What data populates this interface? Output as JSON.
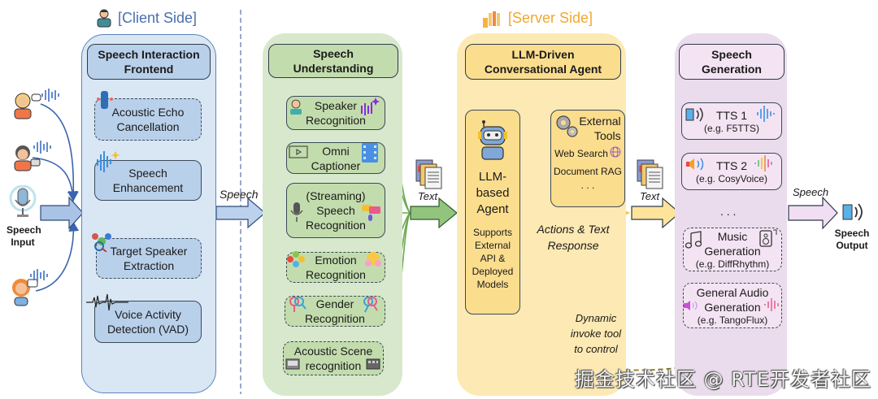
{
  "sections": {
    "client_side": "[Client Side]",
    "server_side": "[Server Side]"
  },
  "colors": {
    "client": "#5b86bd",
    "understanding": "#6aa84f",
    "llm": "#f4c84a",
    "generation": "#c8a8d0",
    "dynamic_arrow": "#8a7a10"
  },
  "inputs": {
    "speech_input": [
      "Speech",
      "Input"
    ]
  },
  "outputs": {
    "speech_output": [
      "Speech",
      "Output"
    ]
  },
  "client": {
    "header": [
      "Speech Interaction",
      "Frontend"
    ],
    "modules": [
      {
        "lines": [
          "Acoustic Echo",
          "Cancellation"
        ],
        "style": "dashed"
      },
      {
        "lines": [
          "Speech",
          "Enhancement"
        ],
        "style": "solid"
      },
      {
        "lines": [
          "Target Speaker",
          "Extraction"
        ],
        "style": "dashed"
      },
      {
        "lines": [
          "Voice Activity",
          "Detection  (VAD)"
        ],
        "style": "solid"
      }
    ]
  },
  "understanding": {
    "header": [
      "Speech",
      "Understanding"
    ],
    "modules": [
      {
        "lines": [
          "Speaker",
          "Recognition"
        ],
        "style": "solid"
      },
      {
        "lines": [
          "Omni",
          "Captioner"
        ],
        "style": "solid"
      },
      {
        "lines": [
          "(Streaming)",
          "Speech",
          "Recognition"
        ],
        "style": "solid"
      },
      {
        "lines": [
          "Emotion",
          "Recognition"
        ],
        "style": "dashed"
      },
      {
        "lines": [
          "Gender",
          "Recognition"
        ],
        "style": "dashed"
      },
      {
        "lines": [
          "Acoustic Scene",
          "recognition"
        ],
        "style": "dashed"
      }
    ]
  },
  "llm": {
    "header": [
      "LLM-Driven",
      "Conversational Agent"
    ],
    "agent": {
      "title": [
        "LLM-",
        "based",
        "Agent"
      ],
      "desc": [
        "Supports",
        "External",
        "API &",
        "Deployed",
        "Models"
      ]
    },
    "tools": {
      "title": [
        "External",
        "Tools"
      ],
      "items": [
        "Web Search",
        "Document RAG",
        ". . ."
      ]
    }
  },
  "generation": {
    "header": [
      "Speech",
      "Generation"
    ],
    "modules": [
      {
        "lines": [
          "TTS 1",
          "(e.g. F5TTS)"
        ],
        "style": "solid"
      },
      {
        "lines": [
          "TTS 2",
          "(e.g. CosyVoice)"
        ],
        "style": "solid"
      },
      {
        "lines": [
          "Music",
          "Generation",
          "(e.g. DiffRhythm)"
        ],
        "style": "dashed"
      },
      {
        "lines": [
          "General Audio",
          "Generation",
          "(e.g. TangoFlux)"
        ],
        "style": "dashed"
      }
    ],
    "ellipsis": ". . ."
  },
  "flow_labels": {
    "speech1": "Speech",
    "text1": "Text",
    "text2": "Text",
    "speech2": "Speech",
    "actions": [
      "Actions & Text",
      "Response"
    ],
    "dynamic": [
      "Dynamic",
      "invoke tool",
      "to control"
    ]
  },
  "watermark": "掘金技术社区 @ RTE开发者社区"
}
